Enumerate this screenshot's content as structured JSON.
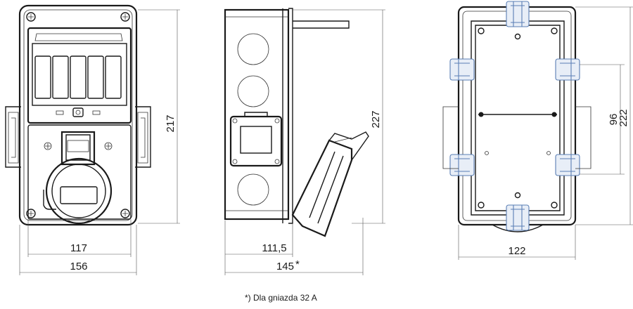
{
  "front_view": {
    "dim_width_inner": "117",
    "dim_width_outer": "156",
    "dim_height": "217"
  },
  "side_view": {
    "dim_depth_inner": "111,5",
    "dim_depth_outer": "145",
    "dim_depth_outer_mark": "*",
    "dim_height": "227"
  },
  "back_view": {
    "dim_width": "122",
    "dim_hole_spacing": "96",
    "dim_height": "222"
  },
  "footnote": "*) Dla gniazda 32 A",
  "colors": {
    "line": "#1a1a1a",
    "mounting_bracket": "#5a7fb5"
  }
}
